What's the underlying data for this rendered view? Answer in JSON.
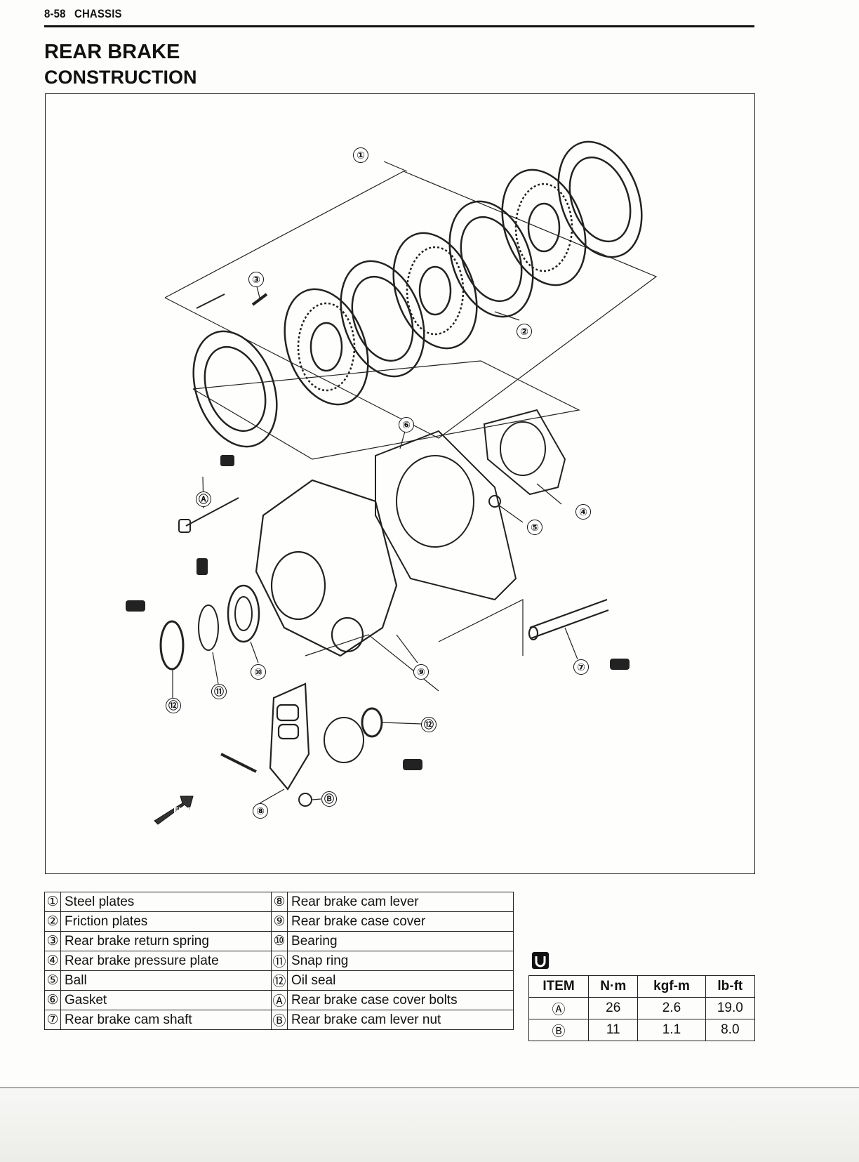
{
  "header": {
    "page_number": "8-58",
    "chapter": "CHASSIS"
  },
  "title": "REAR BRAKE",
  "subtitle": "CONSTRUCTION",
  "diagram": {
    "callouts": [
      "①",
      "②",
      "③",
      "④",
      "⑤",
      "⑥",
      "⑦",
      "⑧",
      "⑨",
      "⑩",
      "⑪",
      "⑫",
      "⑫",
      "Ⓐ",
      "Ⓑ"
    ],
    "fwd_label": "FWD",
    "icons": [
      "grease-icon",
      "oil-icon",
      "torque-icon"
    ]
  },
  "parts_table": {
    "rows": [
      {
        "n1": "①",
        "p1": "Steel plates",
        "n2": "⑧",
        "p2": "Rear brake cam lever"
      },
      {
        "n1": "②",
        "p1": "Friction plates",
        "n2": "⑨",
        "p2": "Rear brake case cover"
      },
      {
        "n1": "③",
        "p1": "Rear brake return spring",
        "n2": "⑩",
        "p2": "Bearing"
      },
      {
        "n1": "④",
        "p1": "Rear brake pressure plate",
        "n2": "⑪",
        "p2": "Snap ring"
      },
      {
        "n1": "⑤",
        "p1": "Ball",
        "n2": "⑫",
        "p2": "Oil seal"
      },
      {
        "n1": "⑥",
        "p1": "Gasket",
        "n2": "Ⓐ",
        "p2": "Rear brake case cover bolts"
      },
      {
        "n1": "⑦",
        "p1": "Rear brake cam shaft",
        "n2": "Ⓑ",
        "p2": "Rear brake cam lever nut"
      }
    ]
  },
  "torque_table": {
    "headers": [
      "ITEM",
      "N·m",
      "kgf-m",
      "lb-ft"
    ],
    "rows": [
      [
        "Ⓐ",
        "26",
        "2.6",
        "19.0"
      ],
      [
        "Ⓑ",
        "11",
        "1.1",
        "8.0"
      ]
    ]
  }
}
